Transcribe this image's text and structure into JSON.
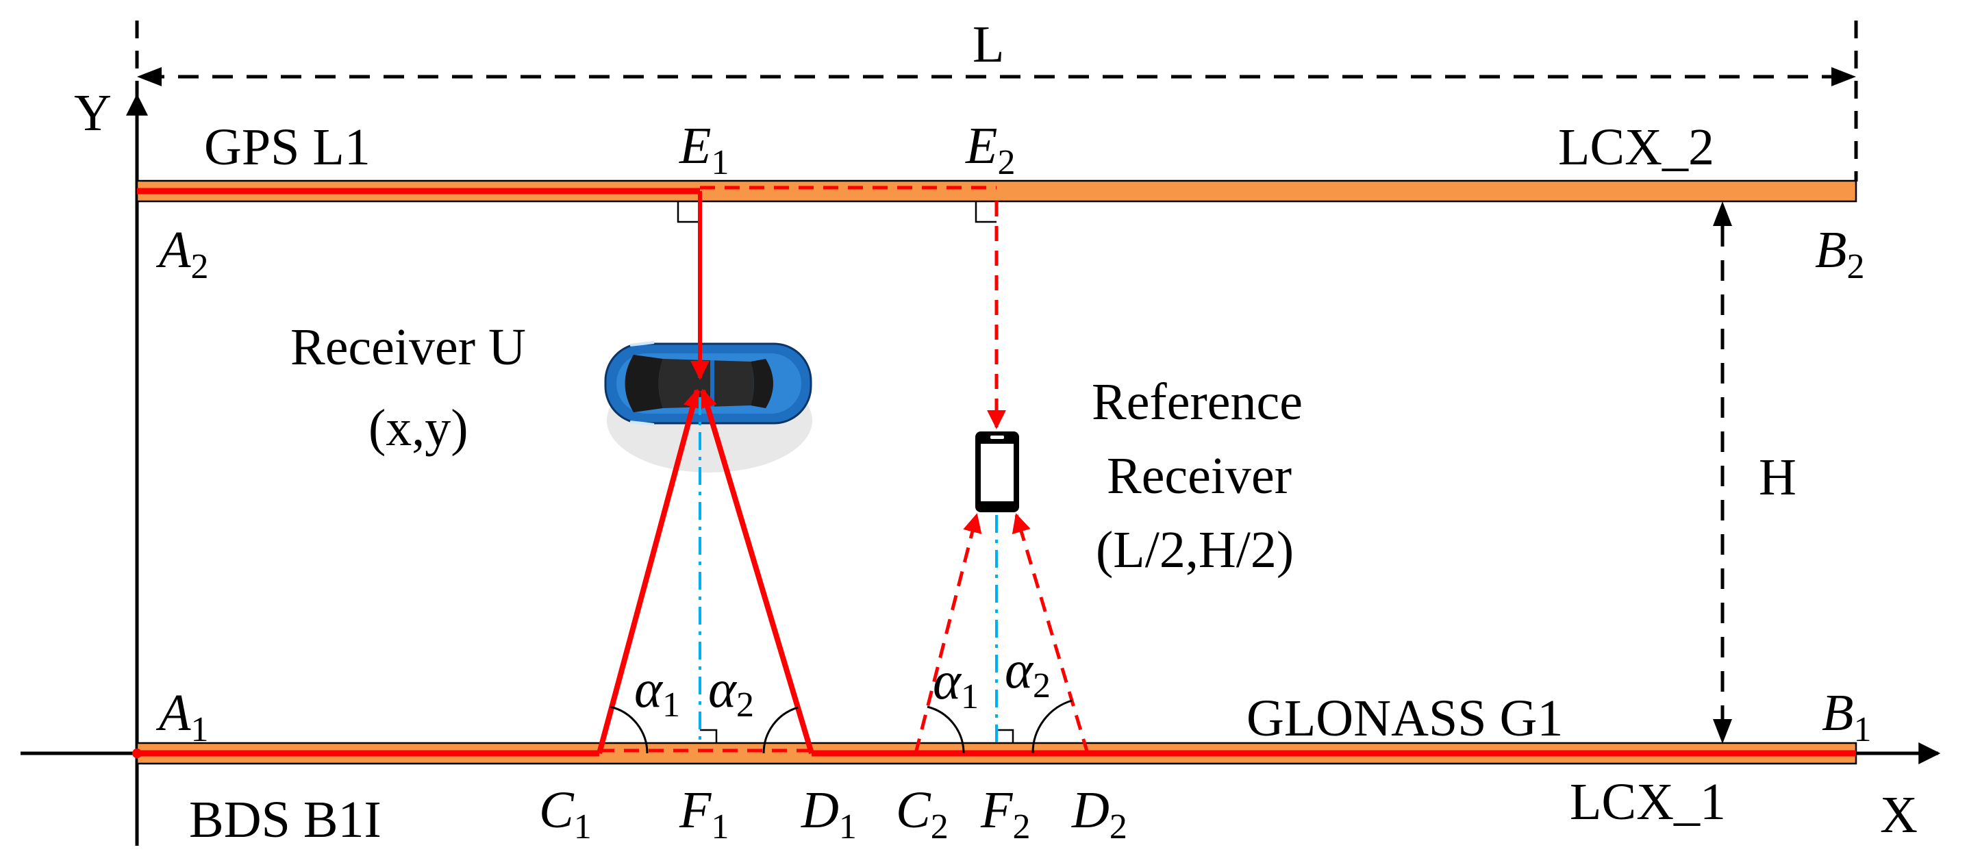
{
  "dimension_labels": {
    "length": "L",
    "height": "H"
  },
  "axis_labels": {
    "x": "X",
    "y": "Y"
  },
  "cable_top": {
    "left_label": "GPS L1",
    "right_label": "LCX_2"
  },
  "cable_bottom": {
    "left_label": "BDS B1I",
    "mid_label": "GLONASS G1",
    "right_label": "LCX_1"
  },
  "points": {
    "A2": {
      "base": "A",
      "sub": "2"
    },
    "B2": {
      "base": "B",
      "sub": "2"
    },
    "A1": {
      "base": "A",
      "sub": "1"
    },
    "B1": {
      "base": "B",
      "sub": "1"
    },
    "E1": {
      "base": "E",
      "sub": "1"
    },
    "E2": {
      "base": "E",
      "sub": "2"
    },
    "C1": {
      "base": "C",
      "sub": "1"
    },
    "F1": {
      "base": "F",
      "sub": "1"
    },
    "D1": {
      "base": "D",
      "sub": "1"
    },
    "C2": {
      "base": "C",
      "sub": "2"
    },
    "F2": {
      "base": "F",
      "sub": "2"
    },
    "D2": {
      "base": "D",
      "sub": "2"
    }
  },
  "angles": {
    "a1_left": {
      "base": "α",
      "sub": "1"
    },
    "a2_left": {
      "base": "α",
      "sub": "2"
    },
    "a1_right": {
      "base": "α",
      "sub": "1"
    },
    "a2_right": {
      "base": "α",
      "sub": "2"
    }
  },
  "receiver_u": {
    "line1": "Receiver U",
    "line2": "(x,y)"
  },
  "reference_receiver": {
    "line1": "Reference",
    "line2": "Receiver",
    "line3": "(L/2,H/2)"
  },
  "colors": {
    "cable_fill": "#F79646",
    "signal": "#FF0000",
    "perpendicular": "#00B0F0",
    "car_body": "#1F6FC1",
    "phone": "#000000"
  },
  "icons": {
    "vehicle": "car-icon",
    "reference": "phone-icon"
  }
}
